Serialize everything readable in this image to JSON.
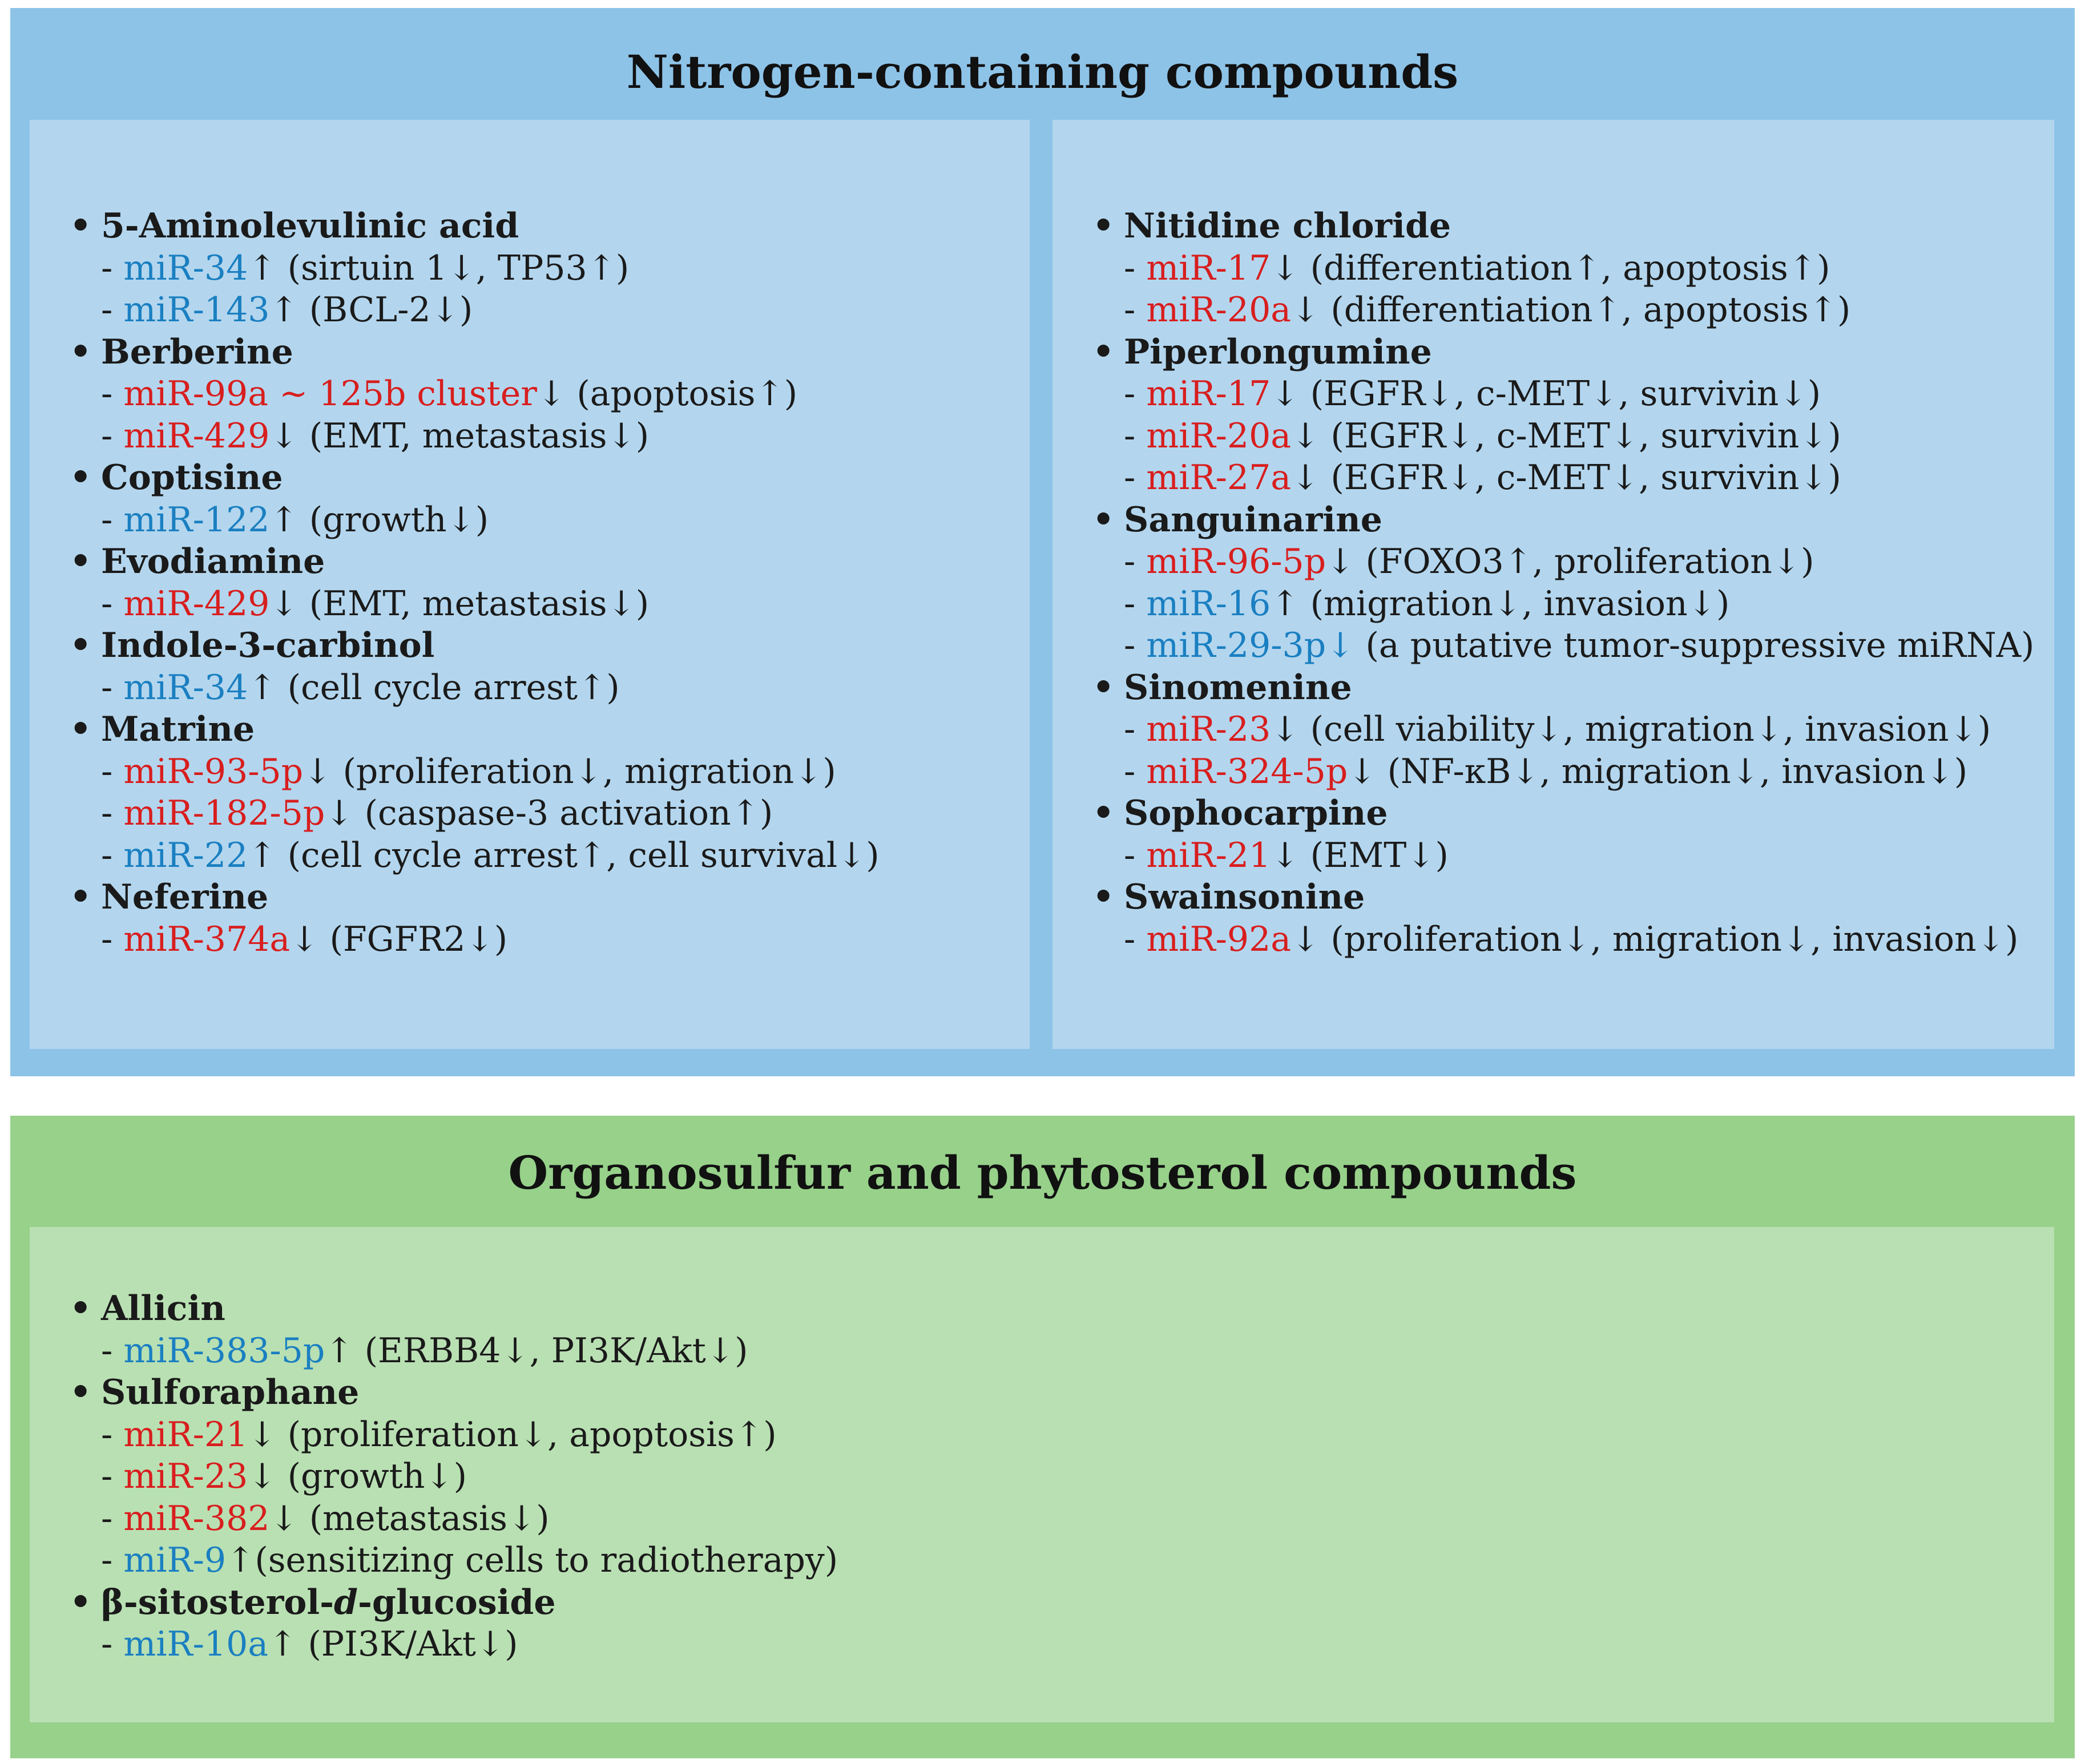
{
  "colors": {
    "up_mirna": "#1a7fc1",
    "down_mirna": "#d81e1e",
    "nitrogen_panel": "#8ec3e8",
    "nitrogen_inner": "#b3d6ee",
    "sulfur_panel": "#97d18a",
    "sulfur_inner": "#b9e0b3"
  },
  "nitrogen": {
    "title": "Nitrogen-containing compounds",
    "left": [
      {
        "name": "5-Aminolevulinic acid",
        "mirnas": [
          {
            "mir": "miR-34",
            "dir": "up",
            "arrow": "↑",
            "effect": " (sirtuin 1↓, TP53↑)"
          },
          {
            "mir": "miR-143",
            "dir": "up",
            "arrow": "↑",
            "effect": " (BCL-2↓)"
          }
        ]
      },
      {
        "name": "Berberine",
        "mirnas": [
          {
            "mir": "miR-99a ~ 125b cluster",
            "dir": "down",
            "arrow": "↓",
            "effect": " (apoptosis↑)"
          },
          {
            "mir": "miR-429",
            "dir": "down",
            "arrow": "↓",
            "effect": " (EMT, metastasis↓)"
          }
        ]
      },
      {
        "name": "Coptisine",
        "mirnas": [
          {
            "mir": "miR-122",
            "dir": "up",
            "arrow": "↑",
            "effect": " (growth↓)"
          }
        ]
      },
      {
        "name": "Evodiamine",
        "mirnas": [
          {
            "mir": "miR-429",
            "dir": "down",
            "arrow": "↓",
            "effect": " (EMT, metastasis↓)"
          }
        ]
      },
      {
        "name": "Indole-3-carbinol",
        "mirnas": [
          {
            "mir": "miR-34",
            "dir": "up",
            "arrow": "↑",
            "effect": " (cell cycle arrest↑)"
          }
        ]
      },
      {
        "name": "Matrine",
        "mirnas": [
          {
            "mir": "miR-93-5p",
            "dir": "down",
            "arrow": "↓",
            "effect": " (proliferation↓, migration↓)"
          },
          {
            "mir": "miR-182-5p",
            "dir": "down",
            "arrow": "↓",
            "effect": " (caspase-3 activation↑)"
          },
          {
            "mir": "miR-22",
            "dir": "up",
            "arrow": "↑",
            "effect": " (cell cycle arrest↑, cell survival↓)"
          }
        ]
      },
      {
        "name": "Neferine",
        "mirnas": [
          {
            "mir": "miR-374a",
            "dir": "down",
            "arrow": "↓",
            "effect": " (FGFR2↓)"
          }
        ]
      }
    ],
    "right": [
      {
        "name": "Nitidine chloride",
        "mirnas": [
          {
            "mir": "miR-17",
            "dir": "down",
            "arrow": "↓",
            "effect": " (differentiation↑, apoptosis↑)"
          },
          {
            "mir": "miR-20a",
            "dir": "down",
            "arrow": "↓",
            "effect": " (differentiation↑, apoptosis↑)"
          }
        ]
      },
      {
        "name": "Piperlongumine",
        "mirnas": [
          {
            "mir": "miR-17",
            "dir": "down",
            "arrow": "↓",
            "effect": " (EGFR↓, c-MET↓, survivin↓)"
          },
          {
            "mir": "miR-20a",
            "dir": "down",
            "arrow": "↓",
            "effect": " (EGFR↓, c-MET↓, survivin↓)"
          },
          {
            "mir": "miR-27a",
            "dir": "down",
            "arrow": "↓",
            "effect": " (EGFR↓, c-MET↓, survivin↓)"
          }
        ]
      },
      {
        "name": "Sanguinarine",
        "mirnas": [
          {
            "mir": "miR-96-5p",
            "dir": "down",
            "arrow": "↓",
            "effect": " (FOXO3↑, proliferation↓)"
          },
          {
            "mir": "miR-16",
            "dir": "up",
            "arrow": "↑",
            "effect": " (migration↓, invasion↓)"
          },
          {
            "mir": "miR-29-3p",
            "dir": "up",
            "arrow": "↓",
            "arrow_color": "blue",
            "effect": " (a putative tumor-suppressive miRNA)"
          }
        ]
      },
      {
        "name": "Sinomenine",
        "mirnas": [
          {
            "mir": "miR-23",
            "dir": "down",
            "arrow": "↓",
            "effect": " (cell viability↓, migration↓, invasion↓)"
          },
          {
            "mir": "miR-324-5p",
            "dir": "down",
            "arrow": "↓",
            "effect": " (NF-κB↓, migration↓, invasion↓)"
          }
        ]
      },
      {
        "name": "Sophocarpine",
        "mirnas": [
          {
            "mir": "miR-21",
            "dir": "down",
            "arrow": "↓",
            "effect": " (EMT↓)"
          }
        ]
      },
      {
        "name": "Swainsonine",
        "mirnas": [
          {
            "mir": "miR-92a",
            "dir": "down",
            "arrow": "↓",
            "effect": " (proliferation↓, migration↓, invasion↓)"
          }
        ]
      }
    ]
  },
  "sulfur": {
    "title": "Organosulfur and phytosterol compounds",
    "items": [
      {
        "name": "Allicin",
        "mirnas": [
          {
            "mir": "miR-383-5p",
            "dir": "up",
            "arrow": "↑",
            "effect": " (ERBB4↓, PI3K/Akt↓)"
          }
        ]
      },
      {
        "name": "Sulforaphane",
        "mirnas": [
          {
            "mir": "miR-21",
            "dir": "down",
            "arrow": "↓",
            "effect": " (proliferation↓, apoptosis↑)"
          },
          {
            "mir": "miR-23",
            "dir": "down",
            "arrow": "↓",
            "effect": " (growth↓)"
          },
          {
            "mir": "miR-382",
            "dir": "down",
            "arrow": "↓",
            "effect": " (metastasis↓)"
          },
          {
            "mir": "miR-9",
            "dir": "up",
            "arrow": "↑",
            "effect": "(sensitizing cells to radiotherapy)"
          }
        ]
      },
      {
        "name": "β-sitosterol-d-glucoside",
        "mirnas": [
          {
            "mir": "miR-10a",
            "dir": "up",
            "arrow": "↑",
            "effect": " (PI3K/Akt↓)"
          }
        ]
      }
    ]
  }
}
